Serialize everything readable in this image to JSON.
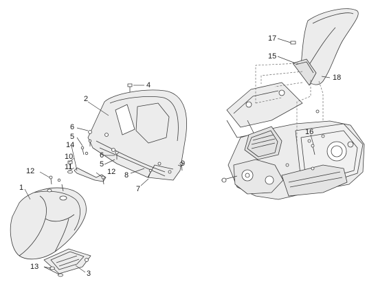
{
  "diagram": {
    "callouts": [
      {
        "id": "c1",
        "text": "1"
      },
      {
        "id": "c2",
        "text": "2"
      },
      {
        "id": "c3",
        "text": "3"
      },
      {
        "id": "c4",
        "text": "4"
      },
      {
        "id": "c5a",
        "text": "5"
      },
      {
        "id": "c5b",
        "text": "5"
      },
      {
        "id": "c6a",
        "text": "6"
      },
      {
        "id": "c6b",
        "text": "6"
      },
      {
        "id": "c7",
        "text": "7"
      },
      {
        "id": "c8",
        "text": "8"
      },
      {
        "id": "c9",
        "text": "9"
      },
      {
        "id": "c10",
        "text": "10"
      },
      {
        "id": "c11",
        "text": "11"
      },
      {
        "id": "c12a",
        "text": "12"
      },
      {
        "id": "c12b",
        "text": "12"
      },
      {
        "id": "c13",
        "text": "13"
      },
      {
        "id": "c14",
        "text": "14"
      },
      {
        "id": "c15",
        "text": "15"
      },
      {
        "id": "c16",
        "text": "16"
      },
      {
        "id": "c17",
        "text": "17"
      },
      {
        "id": "c18",
        "text": "18"
      }
    ]
  },
  "colors": {
    "line": "#3a3a3a",
    "fill": "#e6e6e6",
    "dash": "#6a6a6a"
  }
}
